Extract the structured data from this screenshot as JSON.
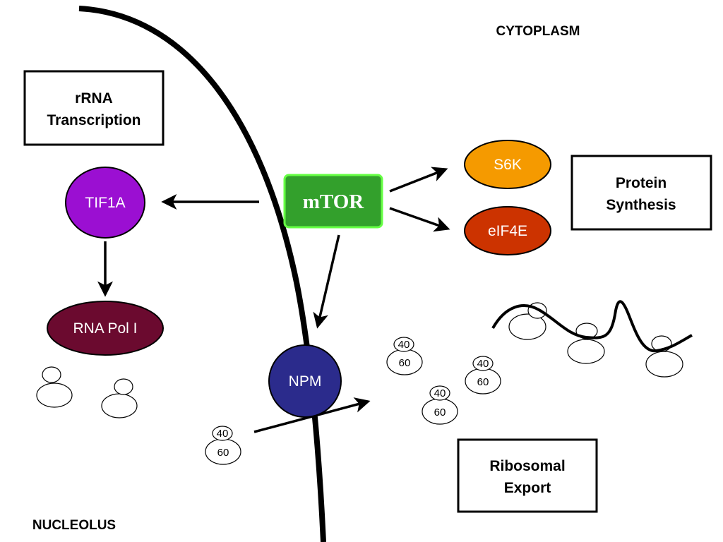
{
  "regions": {
    "cytoplasm": "CYTOPLASM",
    "nucleolus": "NUCLEOLUS"
  },
  "boxes": {
    "rrna_line1": "rRNA",
    "rrna_line2": "Transcription",
    "protein_line1": "Protein",
    "protein_line2": "Synthesis",
    "export_line1": "Ribosomal",
    "export_line2": "Export"
  },
  "nodes": {
    "mtor": "mTOR",
    "tif1a": "TIF1A",
    "rna_pol": "RNA Pol I",
    "npm": "NPM",
    "s6k": "S6K",
    "eif4e": "eIF4E"
  },
  "ribosome_subunits": {
    "small": "40",
    "large": "60"
  },
  "colors": {
    "mtor_fill": "#33a02c",
    "mtor_border": "#66ff44",
    "tif1a_fill": "#9b0fd2",
    "rna_pol_fill": "#6b0a2f",
    "npm_fill": "#2b2b8c",
    "s6k_fill": "#f59a00",
    "eif4e_fill": "#cc3300"
  }
}
